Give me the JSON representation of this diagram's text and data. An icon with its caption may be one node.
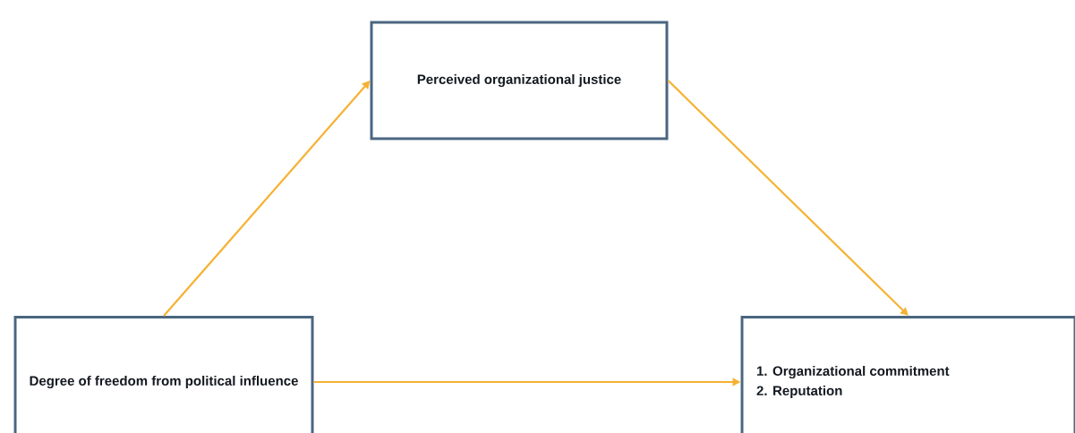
{
  "diagram": {
    "nodes": [
      {
        "text": [
          "Perceived organizational justice"
        ]
      },
      {
        "text": [
          "Degree of freedom from political influence"
        ]
      },
      {
        "text": [
          "1. Organizational commitment",
          "2. Reputation"
        ]
      }
    ],
    "edges": [
      {
        "from": 1,
        "to": 0,
        "arrow": "to"
      },
      {
        "from": 0,
        "to": 2,
        "arrow": "to"
      },
      {
        "from": 1,
        "to": 2,
        "arrow": "to"
      }
    ]
  }
}
